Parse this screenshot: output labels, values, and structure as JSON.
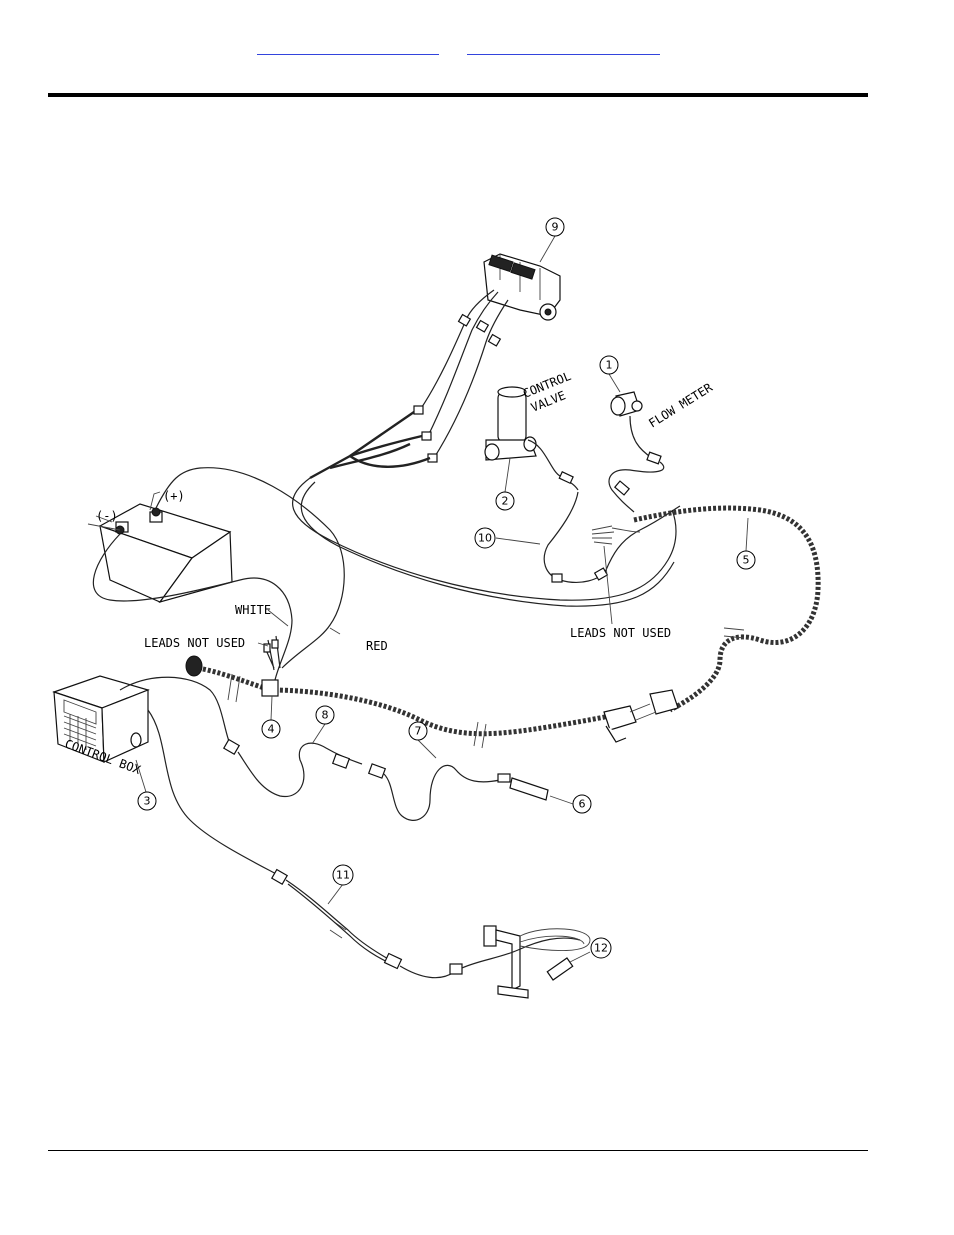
{
  "header": {
    "link_left": "",
    "link_right": ""
  },
  "diagram": {
    "labels": {
      "control_valve_line1": "CONTROL",
      "control_valve_line2": "VALVE",
      "flow_meter": "FLOW METER",
      "negative": "(-)",
      "positive": "(+)",
      "white": "WHITE",
      "red": "RED",
      "leads_not_used_left": "LEADS NOT USED",
      "leads_not_used_right": "LEADS NOT USED",
      "control_box": "CONTROL BOX"
    },
    "callouts": [
      "1",
      "2",
      "3",
      "4",
      "5",
      "6",
      "7",
      "8",
      "9",
      "10",
      "11",
      "12"
    ]
  }
}
